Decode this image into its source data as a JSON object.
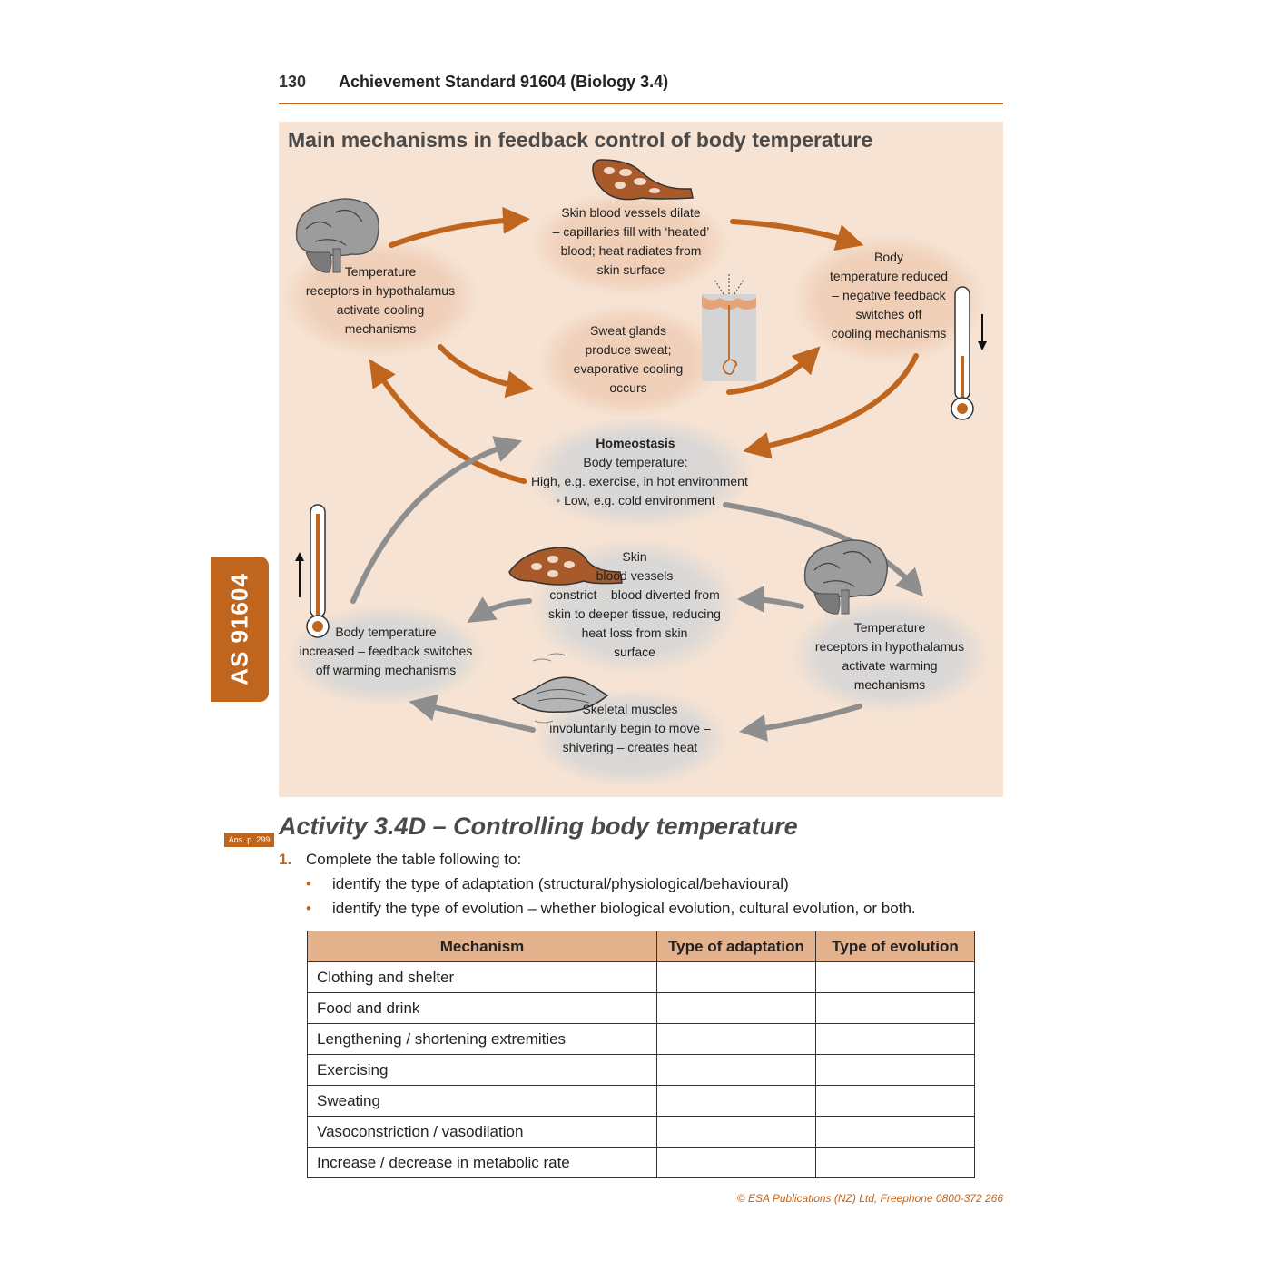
{
  "header": {
    "page_number": "130",
    "running_title": "Achievement Standard 91604 (Biology 3.4)"
  },
  "side_tab": {
    "label": "AS 91604"
  },
  "diagram": {
    "title": "Main mechanisms in feedback control of body temperature",
    "nodes": {
      "hypothalamus_cooling": [
        "Temperature",
        "receptors in hypothalamus",
        "activate cooling",
        "mechanisms"
      ],
      "vessels_dilate": [
        "Skin blood vessels dilate",
        "– capillaries fill with ‘heated’",
        "blood; heat radiates from",
        "skin surface"
      ],
      "temp_reduced": [
        "Body",
        "temperature reduced",
        "– negative feedback",
        "switches off",
        "cooling mechanisms"
      ],
      "sweat_glands": [
        "Sweat glands",
        "produce sweat;",
        "evaporative cooling",
        "occurs"
      ],
      "homeostasis": {
        "title": "Homeostasis",
        "line": "Body temperature:",
        "bullet_high": "High, e.g. exercise, in hot environment",
        "bullet_low": "Low, e.g. cold environment"
      },
      "vessels_constrict": [
        "Skin",
        "blood vessels",
        "constrict – blood diverted from",
        "skin to deeper tissue, reducing",
        "heat loss from skin",
        "surface"
      ],
      "temp_increased": [
        "Body temperature",
        "increased – feedback switches",
        "off warming mechanisms"
      ],
      "hypothalamus_warming": [
        "Temperature",
        "receptors in hypothalamus",
        "activate warming",
        "mechanisms"
      ],
      "shivering": [
        "Skeletal muscles",
        "involuntarily begin to move –",
        "shivering – creates heat"
      ]
    },
    "colors": {
      "panel": "#f6e3d3",
      "warm_arrow": "#c0651d",
      "cool_arrow": "#8e8e8e",
      "warm_halo": "#efcdb5",
      "cool_halo": "#d6d6d6"
    }
  },
  "activity": {
    "answer_ref": "Ans. p. 299",
    "title": "Activity 3.4D – Controlling body temperature",
    "question_number": "1.",
    "question_text": "Complete the table following to:",
    "bullets": [
      "identify the type of adaptation (structural/physiological/behavioural)",
      "identify the type of evolution – whether biological evolution, cultural evolution, or both."
    ]
  },
  "table": {
    "headers": [
      "Mechanism",
      "Type of adaptation",
      "Type of evolution"
    ],
    "rows": [
      "Clothing and shelter",
      "Food and drink",
      "Lengthening / shortening extremities",
      "Exercising",
      "Sweating",
      "Vasoconstriction / vasodilation",
      "Increase / decrease in metabolic rate"
    ]
  },
  "footer": {
    "credit": "© ESA Publications (NZ) Ltd, Freephone 0800-372 266"
  }
}
